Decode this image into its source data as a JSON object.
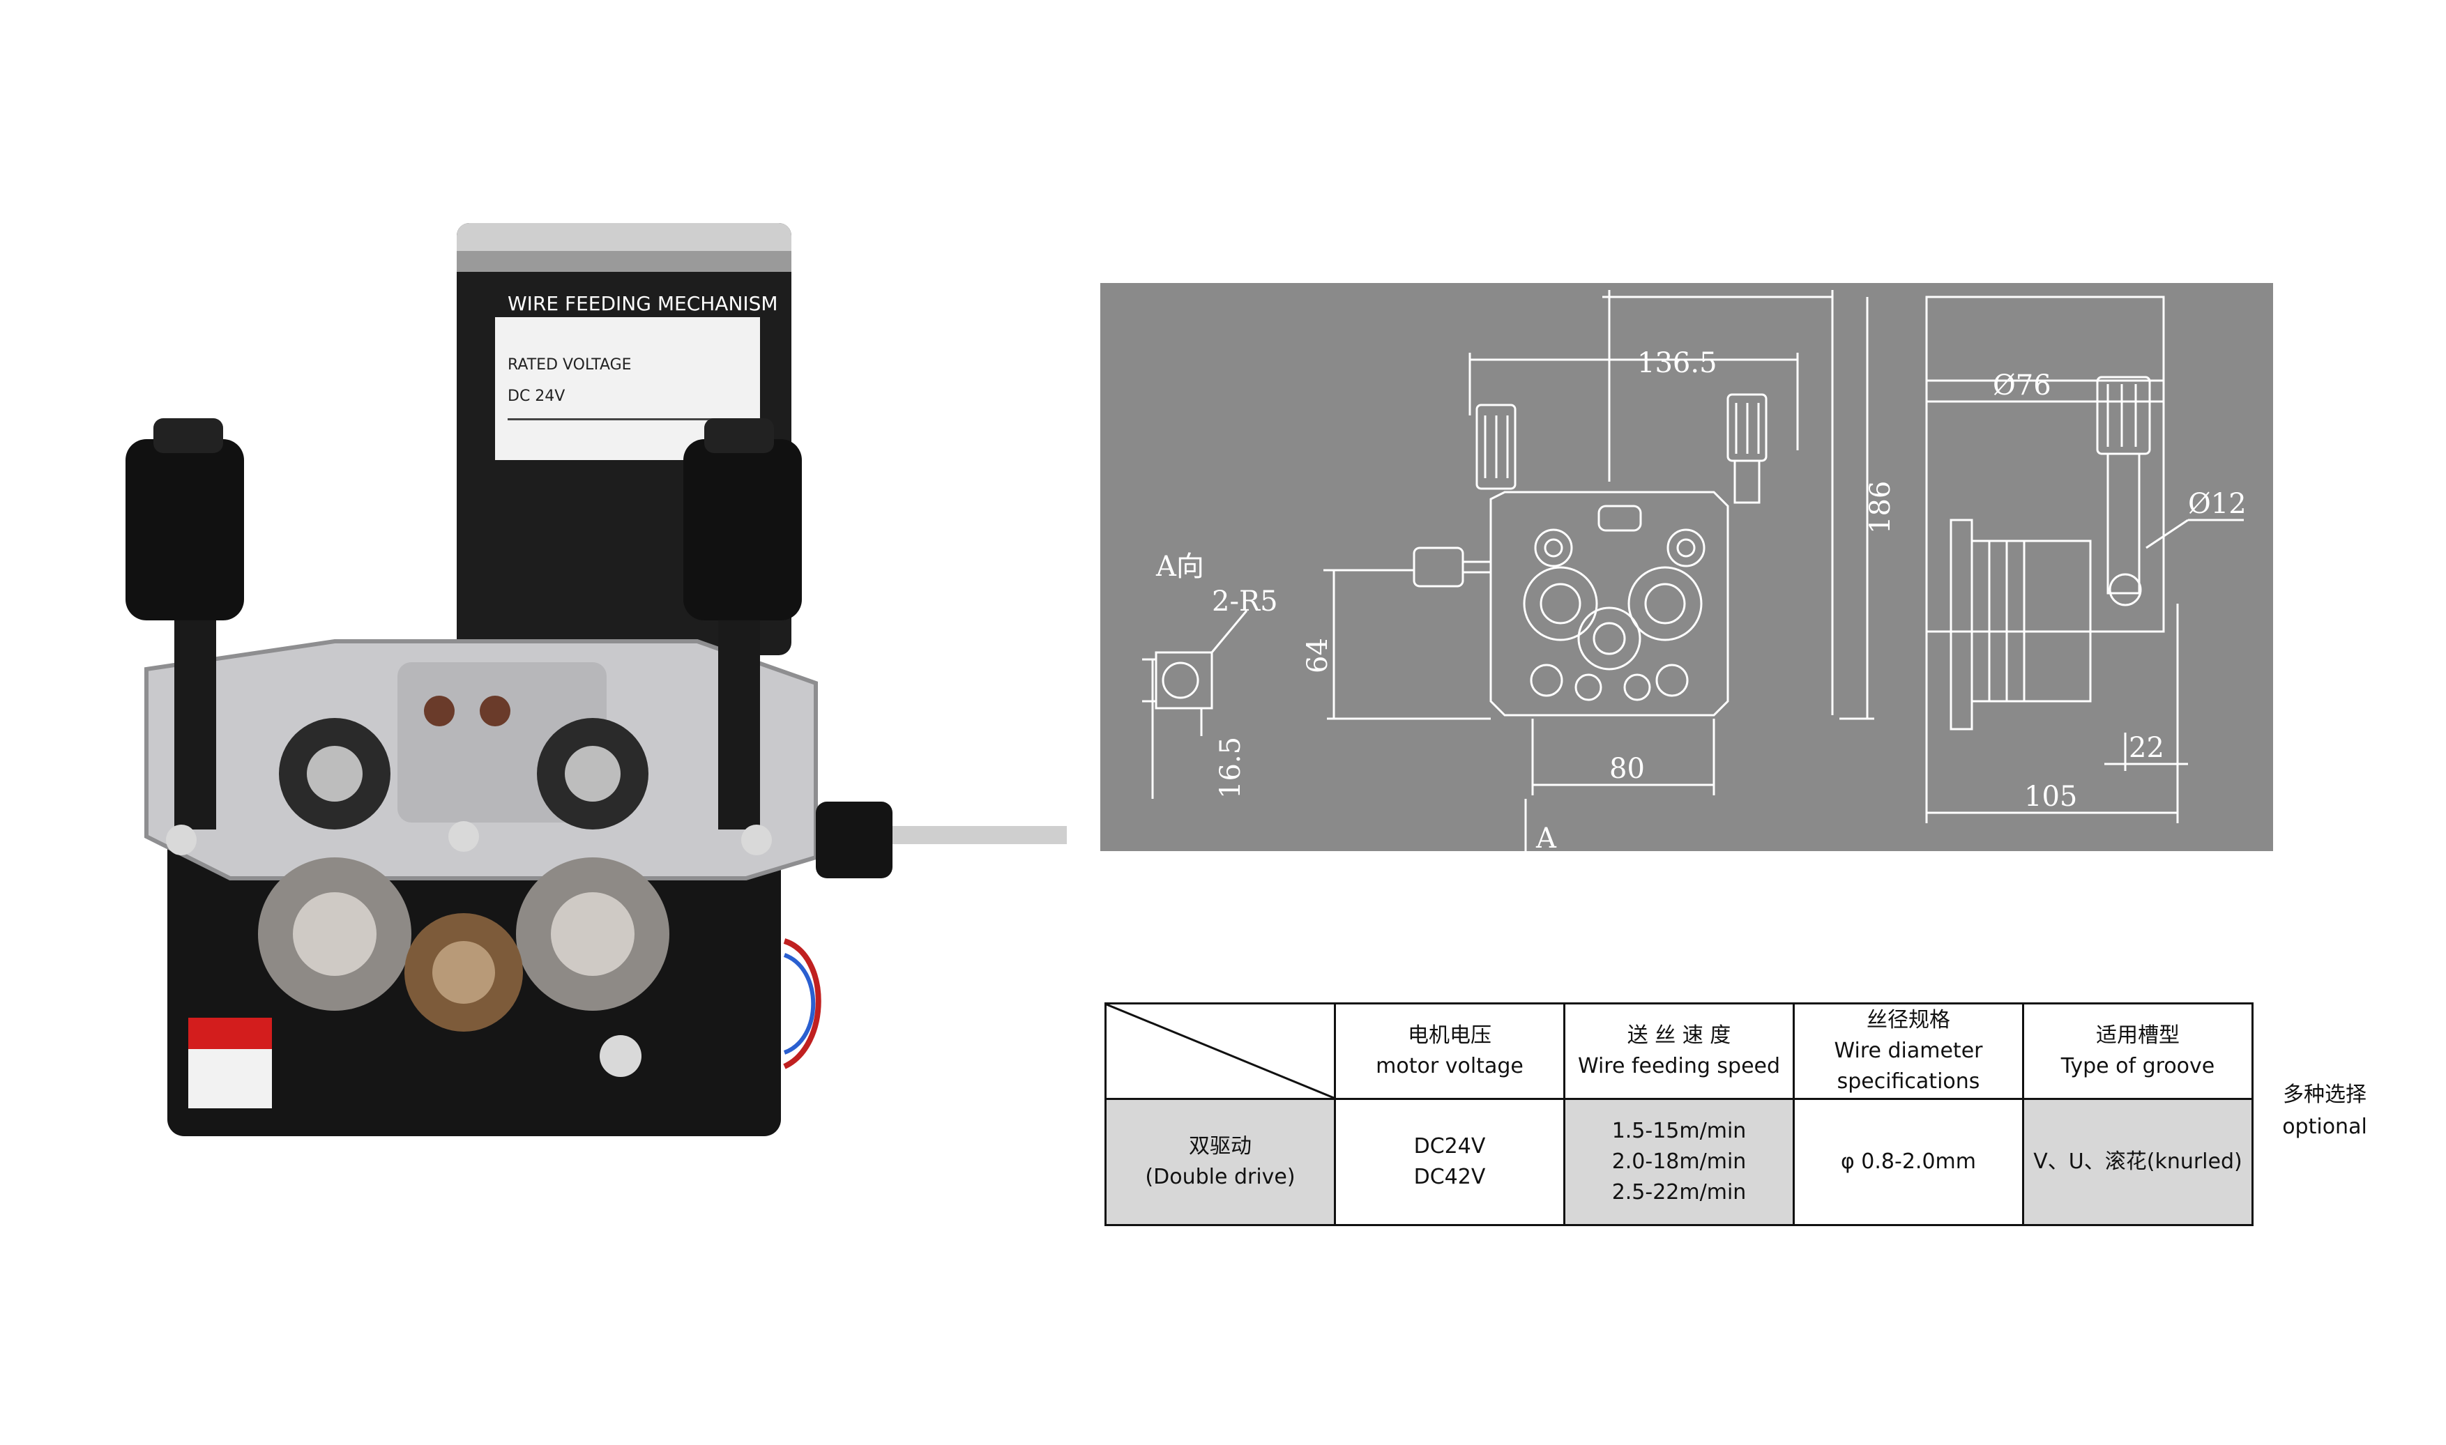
{
  "photo": {
    "label_title": "WIRE FEEDING MECHANISM",
    "label_rated_voltage": "RATED VOLTAGE",
    "label_voltage_value": "DC 24V"
  },
  "drawing": {
    "dims": {
      "d136_5": "136.5",
      "d186": "186",
      "d64": "64",
      "d80": "80",
      "d16_5": "16.5",
      "r2": "2-R5",
      "view_a": "A向",
      "arrow_a": "A",
      "phi76": "Ø76",
      "phi12": "Ø12",
      "d22": "22",
      "d105": "105"
    }
  },
  "table": {
    "headers": [
      {
        "cn": "电机电压",
        "en": "motor voltage"
      },
      {
        "cn": "送 丝 速 度",
        "en": "Wire feeding speed"
      },
      {
        "cn": "丝径规格",
        "en": "Wire diameter",
        "en2": "specifications"
      },
      {
        "cn": "适用槽型",
        "en": "Type of groove"
      }
    ],
    "row": {
      "label_cn": "双驱动",
      "label_en": "(Double drive)",
      "voltage": [
        "DC24V",
        "DC42V"
      ],
      "speed": [
        "1.5-15m/min",
        "2.0-18m/min",
        "2.5-22m/min"
      ],
      "diameter": "φ 0.8-2.0mm",
      "groove": "V、U、滚花(knurled)"
    }
  },
  "note": {
    "cn": "多种选择",
    "en": "optional"
  },
  "colors": {
    "drawing_bg": "#8a8a8a",
    "table_grey": "#d7d7d7"
  }
}
